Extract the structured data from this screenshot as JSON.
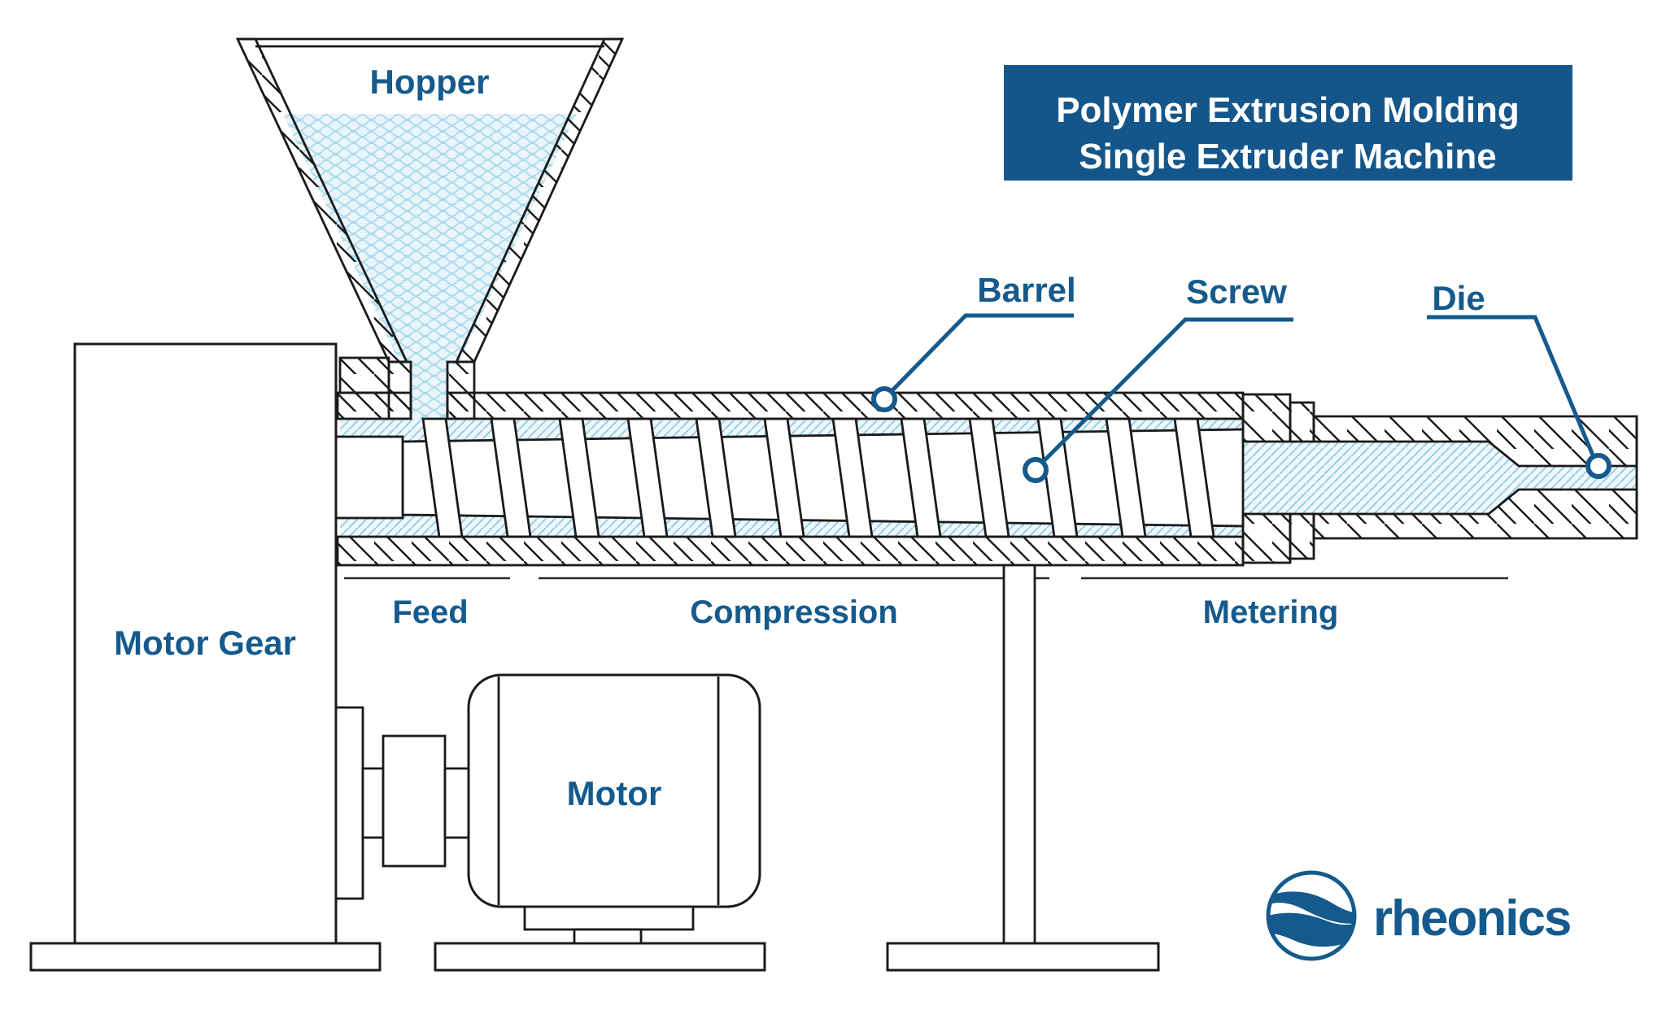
{
  "title": {
    "line1": "Polymer Extrusion Molding",
    "line2": "Single Extruder Machine"
  },
  "labels": {
    "hopper": "Hopper",
    "barrel": "Barrel",
    "screw": "Screw",
    "die": "Die",
    "motor_gear": "Motor Gear",
    "motor": "Motor"
  },
  "zones": {
    "feed": "Feed",
    "compression": "Compression",
    "metering": "Metering"
  },
  "logo": {
    "text": "rheonics"
  },
  "colors": {
    "accent": "#155a8c",
    "outline": "#1a1a1a",
    "hatch_blue": "#8fc9e2",
    "melt_bg": "#eef7fc",
    "title_bg": "#15568a",
    "title_text": "#ffffff",
    "hopper_wave": "#a5d8ec",
    "hopper_bg": "#e9f5fb"
  }
}
